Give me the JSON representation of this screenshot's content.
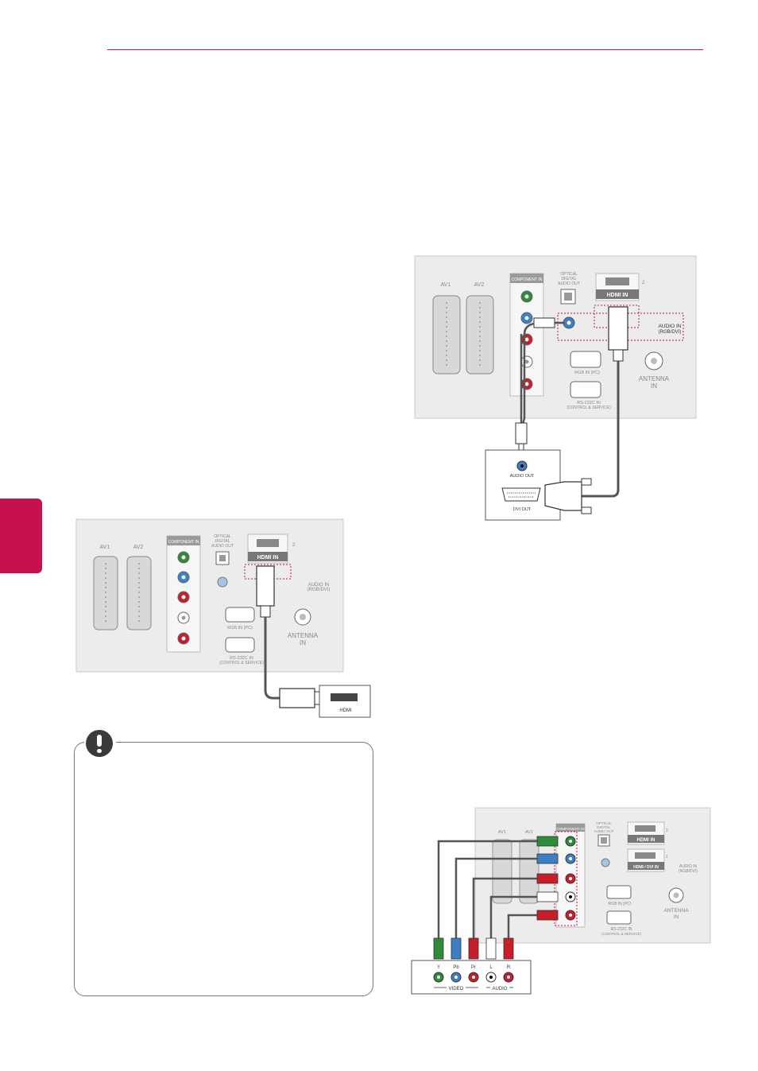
{
  "labels": {
    "av1": "AV1",
    "av2": "AV2",
    "component_in": "COMPONENT IN",
    "optical_1": "OPTICAL",
    "optical_2": "DIGITAL",
    "optical_3": "AUDIO OUT",
    "hdmi_in": "HDMI IN",
    "hdmi_dvi_in": "HDMI / DVI IN",
    "port_2": "2",
    "port_1": "1",
    "audio_in_1": "AUDIO IN",
    "audio_in_2": "(RGB/DVI)",
    "rgb_in": "RGB IN (PC)",
    "rs232_1": "RS-232C IN",
    "rs232_2": "(CONTROL & SERVICE)",
    "antenna_1": "ANTENNA",
    "antenna_2": "IN",
    "video": "VIDEO",
    "audio": "AUDIO",
    "y": "Y",
    "pb": "Pb",
    "pr": "Pr",
    "l": "L",
    "r": "R",
    "hdmi_device": "HDMI",
    "audio_out": "AUDIO OUT",
    "dvi_out": "DVI OUT"
  },
  "colors": {
    "accent": "#c5114f",
    "panel": "#ececec",
    "green": "#2e8b3a",
    "blue": "#3b7fc4",
    "red": "#c81e2a",
    "cable": "#555555"
  }
}
